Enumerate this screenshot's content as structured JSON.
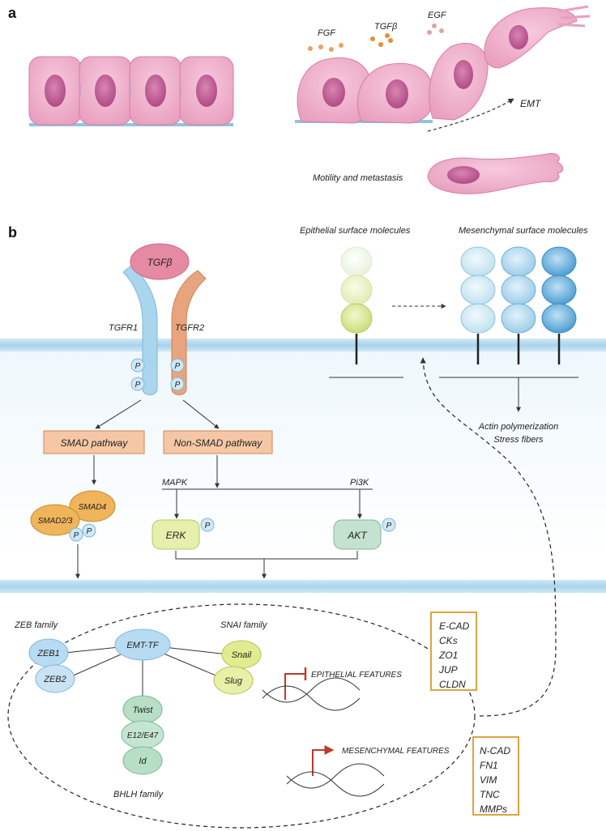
{
  "panel_a": {
    "letter": "a",
    "growth_factors": [
      "FGF",
      "TGFβ",
      "EGF"
    ],
    "emt_label": "EMT",
    "motility_label": "Motility and metastasis"
  },
  "panel_b": {
    "letter": "b",
    "ligand": "TGFβ",
    "receptor_1": "TGFR1",
    "receptor_2": "TGFR2",
    "phospho": "P",
    "smad_pathway": "SMAD pathway",
    "non_smad_pathway": "Non-SMAD pathway",
    "mapk": "MAPK",
    "pi3k": "Pi3K",
    "smad4": "SMAD4",
    "smad23": "SMAD2/3",
    "erk": "ERK",
    "akt": "AKT",
    "epithelial_surface": "Epithelial surface molecules",
    "mesenchymal_surface": "Mesenchymal surface molecules",
    "actin_line1": "Actin polymerization",
    "actin_line2": "Stress fibers",
    "zeb_family": "ZEB family",
    "snai_family": "SNAI family",
    "bhlh_family": "BHLH family",
    "emt_tf": "EMT-TF",
    "zeb1": "ZEB1",
    "zeb2": "ZEB2",
    "snail": "Snail",
    "slug": "Slug",
    "twist": "Twist",
    "e12e47": "E12/E47",
    "id": "Id",
    "epithelial_features": "EPITHELIAL FEATURES",
    "mesenchymal_features": "MESENCHYMAL FEATURES",
    "epithelial_genes": [
      "E-CAD",
      "CKs",
      "ZO1",
      "JUP",
      "CLDN"
    ],
    "mesenchymal_genes": [
      "N-CAD",
      "FN1",
      "VIM",
      "TNC",
      "MMPs"
    ]
  },
  "colors": {
    "membrane": "#bfe0f0",
    "cell_fill": "#f2b6cf",
    "nucleus": "#c25b93",
    "pathway_box": "#f6c7a6",
    "pathway_border": "#d0845a",
    "receptor1": "#a9d6ec",
    "receptor2": "#e8a57d",
    "ligand": "#e58aa2",
    "smad": "#f0b45a",
    "erk": "#e6efac",
    "akt": "#c3e2cf",
    "zeb": "#b7dbf2",
    "snai": "#e1ec8f",
    "bhlh": "#b6dfc6",
    "inhibit_arrow": "#c0392b",
    "gene_box_border": "#e0a340"
  }
}
